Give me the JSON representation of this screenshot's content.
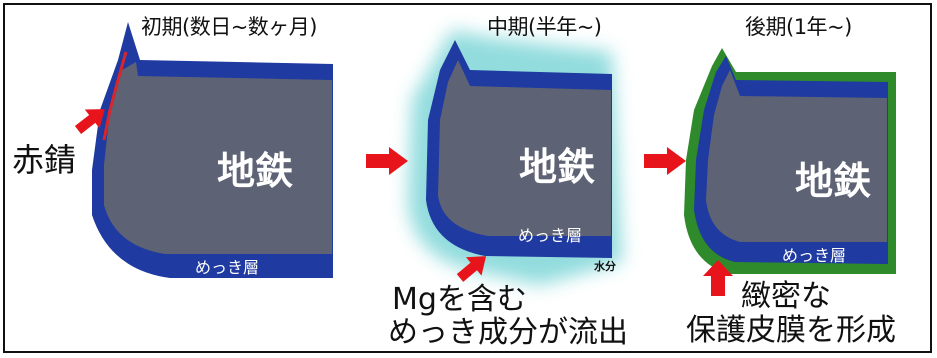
{
  "stages": [
    {
      "title": "初期(数日~数ヶ月)",
      "base": "地鉄",
      "layer": "めっき層"
    },
    {
      "title": "中期(半年~)",
      "base": "地鉄",
      "layer": "めっき層",
      "water": "水分"
    },
    {
      "title": "後期(1年~)",
      "base": "地鉄",
      "layer": "めっき層"
    }
  ],
  "labels": {
    "rust": "赤錆",
    "mg_line1": "Mgを含む",
    "mg_line2": "めっき成分が流出",
    "dense_line1": "緻密な",
    "dense_line2": "保護皮膜を形成"
  },
  "colors": {
    "steel": "#5e6275",
    "plating": "#1f3aa0",
    "rust": "#d8262a",
    "arrow": "#e8141c",
    "water": "#7fd6d8",
    "film": "#2f8a2c"
  }
}
